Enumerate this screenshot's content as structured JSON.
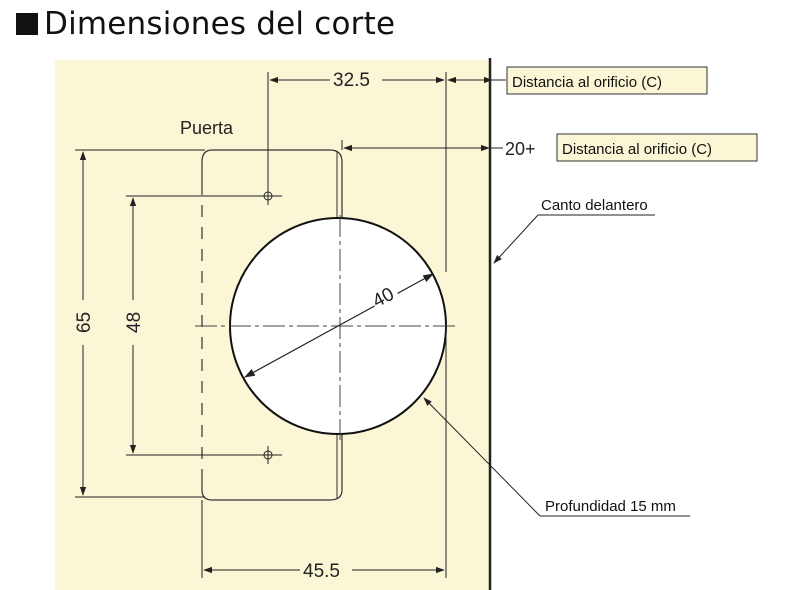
{
  "title": "Dimensiones del corte",
  "labels": {
    "door": "Puerta",
    "hole_distance_top": "Distancia al orificio (C)",
    "hole_distance_offset_prefix": "20+",
    "hole_distance_offset": "Distancia al orificio (C)",
    "front_edge": "Canto delantero",
    "depth": "Profundidad 15 mm"
  },
  "dimensions": {
    "top_width": "32.5",
    "bottom_width": "45.5",
    "outer_height": "65",
    "inner_height": "48",
    "hole_diameter": "40"
  },
  "colors": {
    "background_panel": "#fbf6d6",
    "label_box": "#fbf6d6",
    "line": "#222222"
  }
}
